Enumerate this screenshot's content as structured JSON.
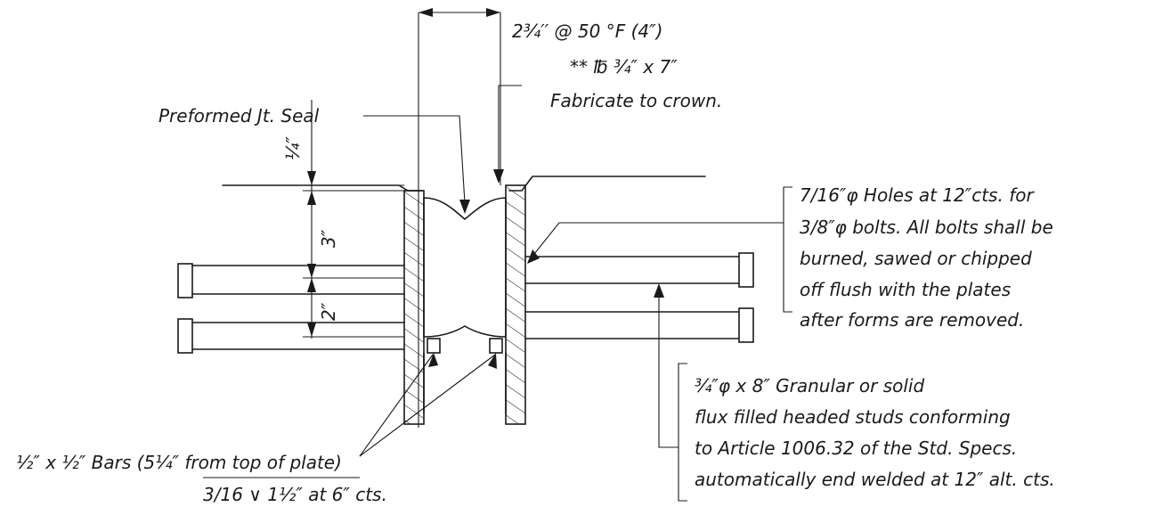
{
  "dimensions": {
    "top_opening": "2¾′′ @ 50 °F (4″)",
    "quarter": "¼″",
    "three": "3″",
    "two": "2″"
  },
  "labels": {
    "seal": "Preformed Jt. Seal",
    "plate_line1": "** ℔ ¾″ x 7″",
    "plate_line2": "Fabricate to crown.",
    "holes": [
      "7/16″φ Holes at 12″cts. for",
      "3/8″φ bolts. All bolts shall be",
      "burned, sawed or chipped",
      "off flush with the plates",
      "after forms are removed."
    ],
    "studs": [
      "¾″φ x 8″ Granular or solid",
      "flux filled headed studs conforming",
      "to Article 1006.32 of the Std. Specs.",
      "automatically end welded at 12″ alt. cts."
    ],
    "bars_line1": "½″ x ½″ Bars (5¼″ from top of plate)",
    "bars_line2": "3/16 ∨ 1½″ at 6″ cts."
  }
}
